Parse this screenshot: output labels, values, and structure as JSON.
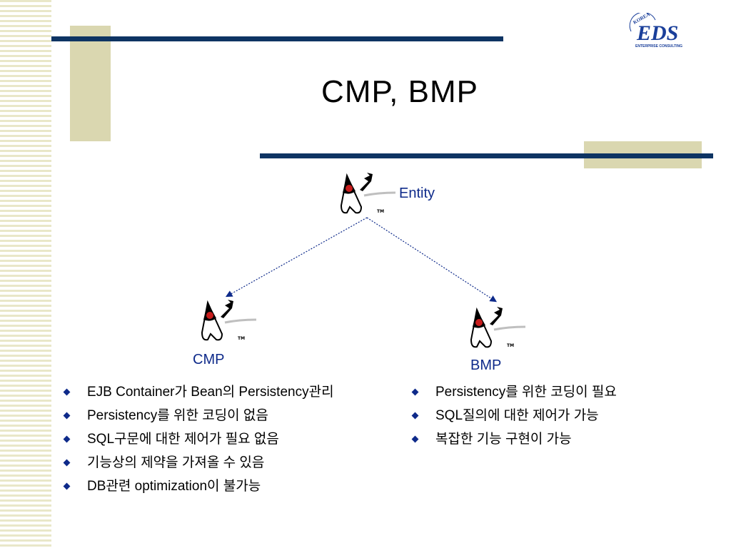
{
  "slide": {
    "title": "CMP, BMP"
  },
  "logo": {
    "brand": "EDS",
    "tagline": "ENTERPRISE CONSULTING",
    "arc_text": "KOREA"
  },
  "diagram": {
    "nodes": [
      {
        "id": "entity",
        "label": "Entity"
      },
      {
        "id": "cmp",
        "label": "CMP"
      },
      {
        "id": "bmp",
        "label": "BMP"
      }
    ],
    "edges": [
      {
        "from": "entity",
        "to": "cmp",
        "style": "dotted",
        "arrow": "end"
      },
      {
        "from": "entity",
        "to": "bmp",
        "style": "dotted",
        "arrow": "end"
      }
    ],
    "mascot_mark": "TM"
  },
  "cmp_bullets": [
    "EJB Container가 Bean의 Persistency관리",
    "Persistency를 위한 코딩이 없음",
    "SQL구문에 대한 제어가 필요 없음",
    "기능상의 제약을 가져올 수 있음",
    "DB관련 optimization이 불가능"
  ],
  "bmp_bullets": [
    "Persistency를 위한 코딩이 필요",
    "SQL질의에 대한 제어가 가능",
    "복잡한 기능 구현이 가능"
  ],
  "colors": {
    "navy": "#0e3463",
    "tan": "#dad7b0",
    "label_blue": "#0e2a8a",
    "logo_blue": "#1a3f9a"
  }
}
